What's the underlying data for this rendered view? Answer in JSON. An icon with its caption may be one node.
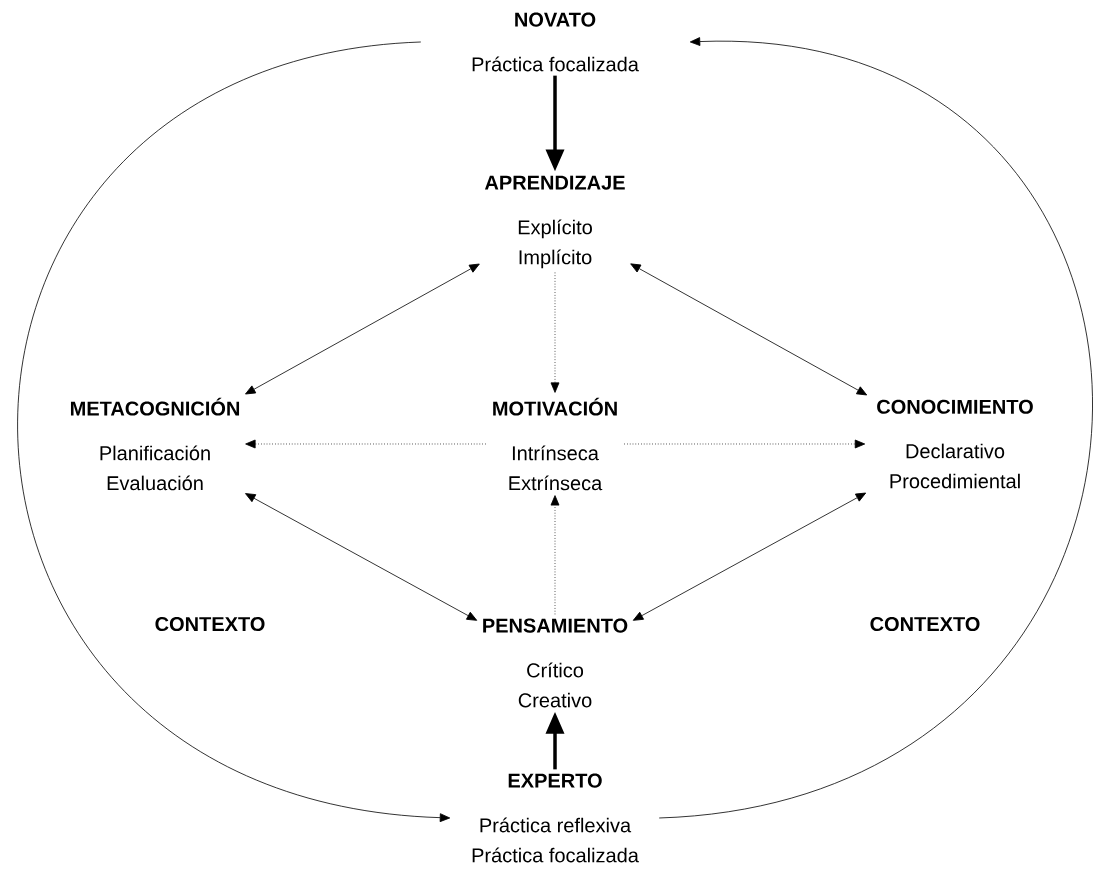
{
  "diagram": {
    "nodes": [
      {
        "text": [
          "NOVATO",
          "Práctica focalizada"
        ]
      },
      {
        "text": [
          "APRENDIZAJE",
          "Explícito Implícito"
        ]
      },
      {
        "text": [
          "METACOGNICIÓN",
          "Planificación Evaluación"
        ]
      },
      {
        "text": [
          "MOTIVACIÓN",
          "Intrínseca Extrínseca"
        ]
      },
      {
        "text": [
          "CONOCIMIENTO",
          "Declarativo Procedimiental"
        ]
      },
      {
        "text": [
          "PENSAMIENTO",
          "Crítico Creativo"
        ]
      },
      {
        "text": [
          "EXPERTO",
          "Práctica reflexiva Práctica focalizada"
        ]
      }
    ],
    "edges": [
      {
        "from": 0,
        "to": 1,
        "arrow": "to",
        "style": "thick"
      },
      {
        "from": 1,
        "to": 2,
        "arrow": "both"
      },
      {
        "from": 1,
        "to": 4,
        "arrow": "both"
      },
      {
        "from": 1,
        "to": 3,
        "arrow": "to",
        "style": "dashed"
      },
      {
        "from": 3,
        "to": 2,
        "arrow": "to",
        "style": "dashed"
      },
      {
        "from": 3,
        "to": 4,
        "arrow": "to",
        "style": "dashed"
      },
      {
        "from": 5,
        "to": 3,
        "arrow": "to",
        "style": "dashed"
      },
      {
        "from": 2,
        "to": 5,
        "arrow": "both"
      },
      {
        "from": 4,
        "to": 5,
        "arrow": "both"
      },
      {
        "from": 6,
        "to": 5,
        "arrow": "to",
        "style": "thick"
      },
      {
        "from": 0,
        "to": 6,
        "arrow": "to"
      },
      {
        "from": 6,
        "to": 0,
        "arrow": "to"
      }
    ],
    "labels": [
      "CONTEXTO",
      "CONTEXTO"
    ]
  }
}
